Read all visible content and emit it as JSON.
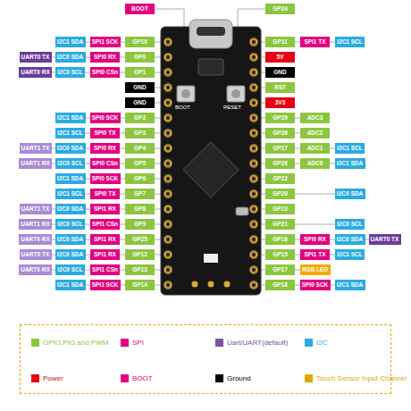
{
  "diagram": {
    "nodes": [
      {
        "text": [
          "BOOT"
        ]
      },
      {
        "text": [
          "GP24"
        ]
      },
      {
        "text": [
          "I2C1 SDA"
        ]
      },
      {
        "text": [
          "SPI1 SCK"
        ]
      },
      {
        "text": [
          "GP10"
        ]
      },
      {
        "text": [
          "GP11"
        ]
      },
      {
        "text": [
          "SPI1 TX"
        ]
      },
      {
        "text": [
          "I2C1 SCL"
        ]
      },
      {
        "text": [
          "UART0 TX"
        ]
      },
      {
        "text": [
          "I2C0 SDA"
        ]
      },
      {
        "text": [
          "SPI0 RX"
        ]
      },
      {
        "text": [
          "GP0"
        ]
      },
      {
        "text": [
          "5V"
        ]
      },
      {
        "text": [
          "UART0 RX"
        ]
      },
      {
        "text": [
          "I2C0 SCL"
        ]
      },
      {
        "text": [
          "SPI0 CSn"
        ]
      },
      {
        "text": [
          "GP1"
        ]
      },
      {
        "text": [
          "GND"
        ]
      },
      {
        "text": [
          "GND"
        ]
      },
      {
        "text": [
          "RST"
        ]
      },
      {
        "text": [
          "GND"
        ]
      },
      {
        "text": [
          "3V3"
        ]
      },
      {
        "text": [
          "I2C1 SDA"
        ]
      },
      {
        "text": [
          "SPI0 SCK"
        ]
      },
      {
        "text": [
          "GP2"
        ]
      },
      {
        "text": [
          "GP29"
        ]
      },
      {
        "text": [
          "ADC3"
        ]
      },
      {
        "text": [
          "I2C1 SCL"
        ]
      },
      {
        "text": [
          "SPI0 TX"
        ]
      },
      {
        "text": [
          "GP3"
        ]
      },
      {
        "text": [
          "GP28"
        ]
      },
      {
        "text": [
          "ADC2"
        ]
      },
      {
        "text": [
          "UART1 TX"
        ]
      },
      {
        "text": [
          "I2C0 SDA"
        ]
      },
      {
        "text": [
          "SPI0 RX"
        ]
      },
      {
        "text": [
          "GP4"
        ]
      },
      {
        "text": [
          "GP27"
        ]
      },
      {
        "text": [
          "ADC1"
        ]
      },
      {
        "text": [
          "I2C1 SCL"
        ]
      },
      {
        "text": [
          "UART1 RX"
        ]
      },
      {
        "text": [
          "I2C0 SCL"
        ]
      },
      {
        "text": [
          "SPI0 CSn"
        ]
      },
      {
        "text": [
          "GP5"
        ]
      },
      {
        "text": [
          "GP26"
        ]
      },
      {
        "text": [
          "ADC0"
        ]
      },
      {
        "text": [
          "I2C1 SDA"
        ]
      },
      {
        "text": [
          "I2C1 SDA"
        ]
      },
      {
        "text": [
          "SPI0 SCK"
        ]
      },
      {
        "text": [
          "GP6"
        ]
      },
      {
        "text": [
          "GP22"
        ]
      },
      {
        "text": [
          "I2C1 SCL"
        ]
      },
      {
        "text": [
          "SPI0 TX"
        ]
      },
      {
        "text": [
          "GP7"
        ]
      },
      {
        "text": [
          "GP20"
        ]
      },
      {
        "text": [
          "I2C0 SDA"
        ]
      },
      {
        "text": [
          "UART1 TX"
        ]
      },
      {
        "text": [
          "I2C0 SDA"
        ]
      },
      {
        "text": [
          "SPI1 RX"
        ]
      },
      {
        "text": [
          "GP8"
        ]
      },
      {
        "text": [
          "GP23"
        ]
      },
      {
        "text": [
          "UART1 RX"
        ]
      },
      {
        "text": [
          "I2C0 SCL"
        ]
      },
      {
        "text": [
          "SPI1 CSn"
        ]
      },
      {
        "text": [
          "GP9"
        ]
      },
      {
        "text": [
          "GP21"
        ]
      },
      {
        "text": [
          "I2C0 SCL"
        ]
      },
      {
        "text": [
          "UART0 RX"
        ]
      },
      {
        "text": [
          "I2C0 SDA"
        ]
      },
      {
        "text": [
          "SPI1 RX"
        ]
      },
      {
        "text": [
          "GP25"
        ]
      },
      {
        "text": [
          "GP16"
        ]
      },
      {
        "text": [
          "SPI0 RX"
        ]
      },
      {
        "text": [
          "I2C0 SDA"
        ]
      },
      {
        "text": [
          "UART0 TX"
        ]
      },
      {
        "text": [
          "UART0 TX"
        ]
      },
      {
        "text": [
          "I2C0 SDA"
        ]
      },
      {
        "text": [
          "SPI1 RX"
        ]
      },
      {
        "text": [
          "GP12"
        ]
      },
      {
        "text": [
          "GP15"
        ]
      },
      {
        "text": [
          "SPI1 TX"
        ]
      },
      {
        "text": [
          "I2C1 SCL"
        ]
      },
      {
        "text": [
          "UART0 RX"
        ]
      },
      {
        "text": [
          "I2C0 SCL"
        ]
      },
      {
        "text": [
          "SPI1 CSn"
        ]
      },
      {
        "text": [
          "GP13"
        ]
      },
      {
        "text": [
          "GP17"
        ]
      },
      {
        "text": [
          "RGB LED"
        ]
      },
      {
        "text": [
          "I2C1 SDA"
        ]
      },
      {
        "text": [
          "SPI1 SCK"
        ]
      },
      {
        "text": [
          "GP14"
        ]
      },
      {
        "text": [
          "GP18"
        ]
      },
      {
        "text": [
          "SPI0 SCK"
        ]
      },
      {
        "text": [
          "I2C1 SDA"
        ]
      }
    ],
    "labels": [
      "BOOT",
      "RESET"
    ],
    "legend": [
      {
        "text": "GPIO,PIO,and PWM",
        "color": "#8cc63f"
      },
      {
        "text": "SPI",
        "color": "#e4007f"
      },
      {
        "text": "Uart/UART(default)",
        "color": "#7b52a5"
      },
      {
        "text": "I2C",
        "color": "#29abe2"
      },
      {
        "text": "Power",
        "color": "#e60012"
      },
      {
        "text": "BOOT",
        "color": "#e4007f"
      },
      {
        "text": "Ground",
        "color": "#000000"
      },
      {
        "text": "Touch Sensor Input Channel",
        "color": "#e0a800"
      }
    ]
  }
}
